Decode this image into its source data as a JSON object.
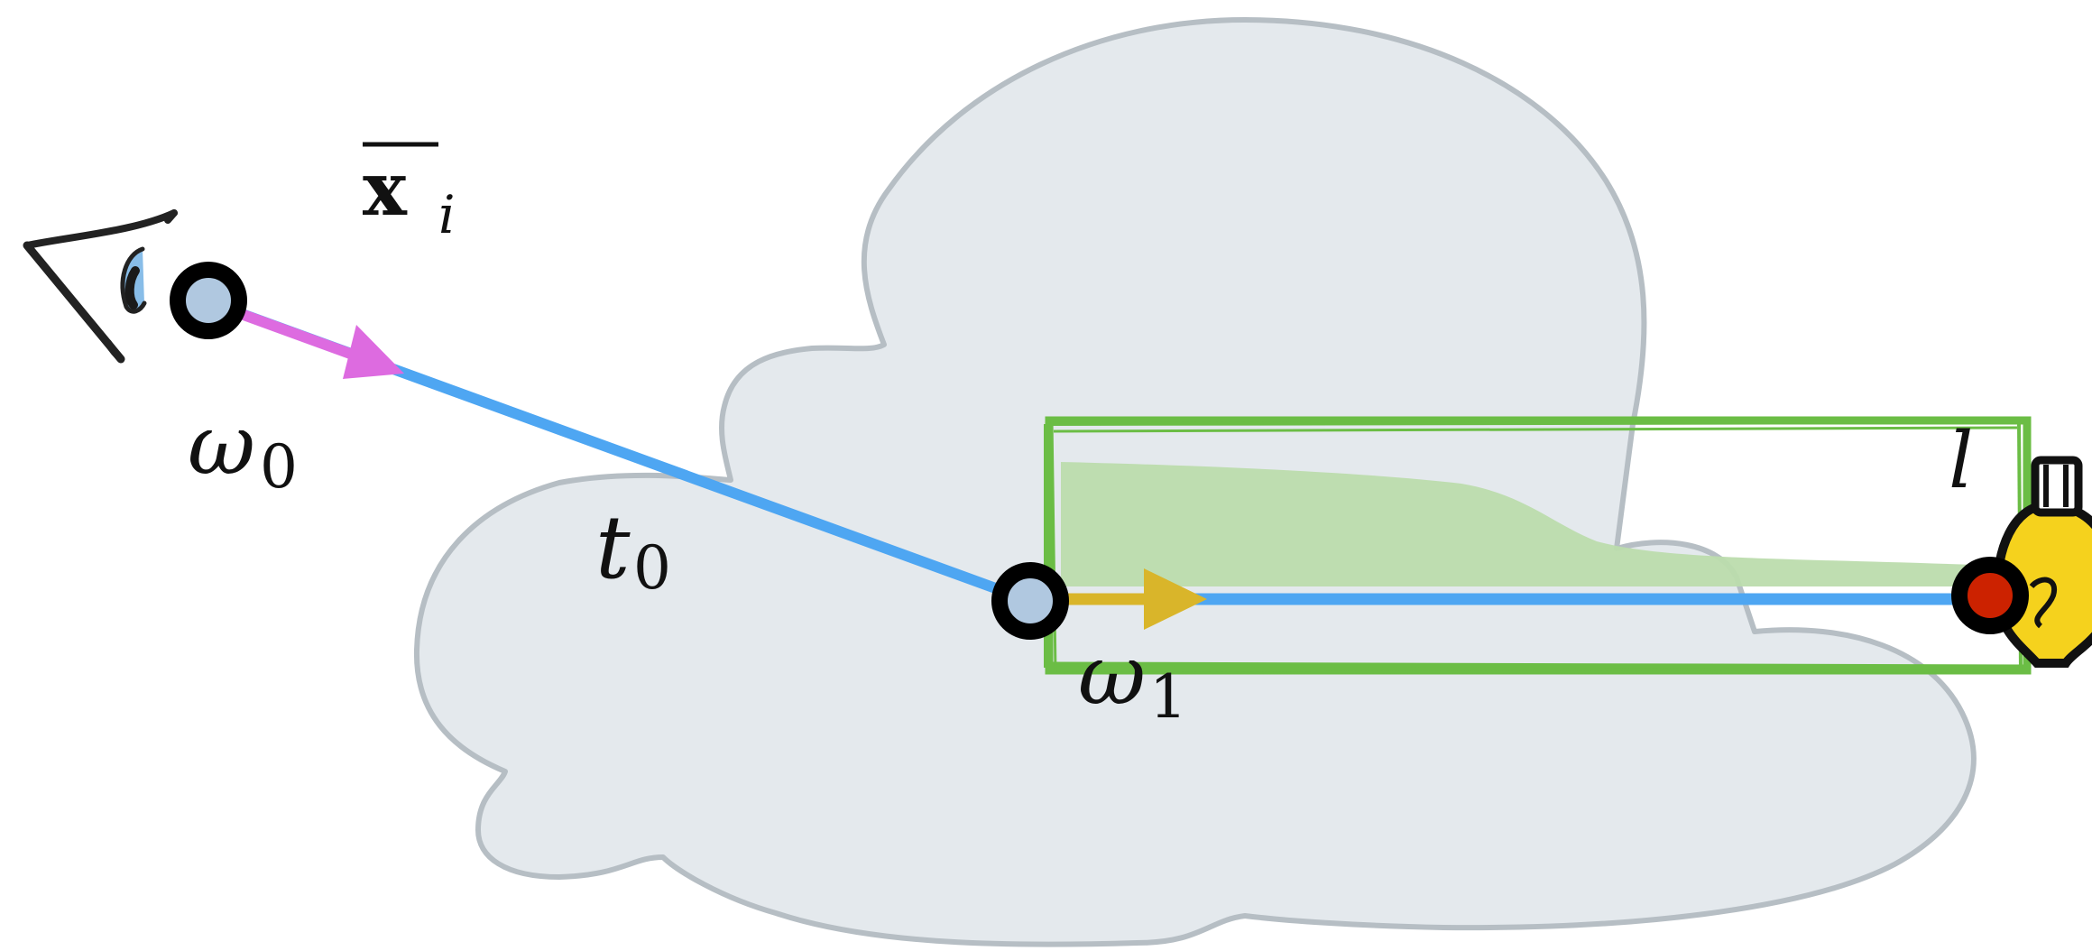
{
  "labels": {
    "xbar": {
      "base": "x",
      "sub": "i"
    },
    "omega0": {
      "base": "ω",
      "sub": "0"
    },
    "t0": {
      "base": "t",
      "sub": "0"
    },
    "omega1": {
      "base": "ω",
      "sub": "1"
    },
    "light": "l"
  },
  "colors": {
    "cloud_fill": "#e4e9ed",
    "cloud_stroke": "#b6bec4",
    "ray": "#4ea6f2",
    "arrow_first": "#dd6be0",
    "arrow_second": "#d9b52a",
    "box": "#6bbd45",
    "box_fill": "#bcdcad",
    "vertex_fill": "#b0c8e0",
    "vertex_ring": "#000000",
    "light_vertex": "#cc2200",
    "bulb": "#f5d21d"
  },
  "icons": [
    "eye-icon",
    "light-bulb-icon"
  ]
}
